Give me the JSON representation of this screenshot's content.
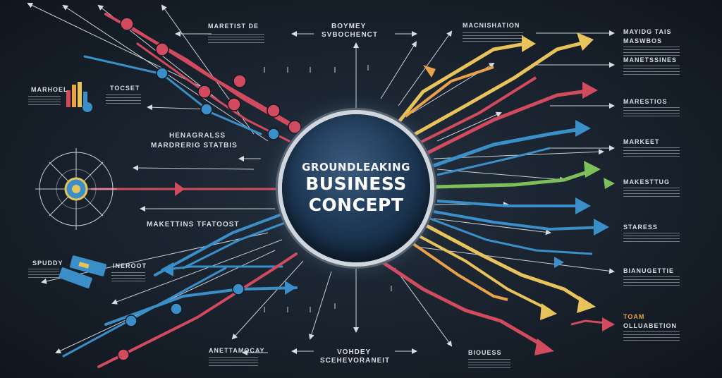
{
  "hub": {
    "line1": "GROUNDLEAKING",
    "line2": "BUSINESS",
    "line3": "CONCEPT"
  },
  "labels": {
    "top_left": "MARETIST DE",
    "top_center_a": "BOYMEY",
    "top_center_b": "SVBOCHENCT",
    "top_right": "MACNISHATION",
    "mid_left_a": "HENAGRALSS",
    "mid_left_b": "MARDRERIG STATBIS",
    "left_top_a": "MARHOEL",
    "left_top_b": "TOCSET",
    "left_mid": "MAKETTINS TFATOOST",
    "left_bottom_a": "SPUDDY",
    "left_bottom_b": "INEROOT",
    "bottom_left": "ANETTAMOCAY",
    "bottom_center_a": "VOHDEY",
    "bottom_center_b": "SCEHEVORANEIT",
    "bottom_right": "BIOUESS",
    "r1_a": "MAYIDG TAIS",
    "r1_b": "MASWBOS",
    "r2": "MANETSSINES",
    "r3": "MARESTIOS",
    "r4": "MARKEET",
    "r5": "MAKESTTUG",
    "r6": "STARESS",
    "r7": "BIANUGETTIE",
    "r8_a": "TOAM",
    "r8_b": "OLLUABETION"
  },
  "colors": {
    "red": "#d24a5e",
    "blue": "#3a8fc8",
    "yellow": "#e8c25a",
    "green": "#7fbf5a",
    "orange": "#e9a24a",
    "white": "#d9dde3"
  }
}
